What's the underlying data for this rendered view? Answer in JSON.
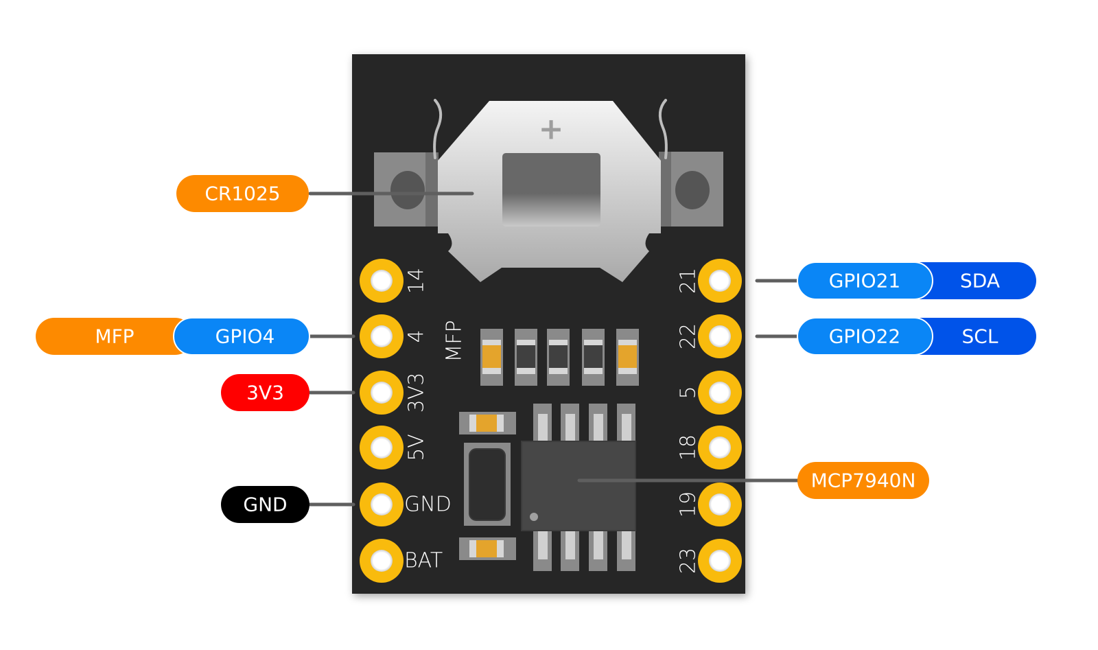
{
  "title": "RTC module pinout (MCP7940N with CR1025 battery holder)",
  "colors": {
    "board": "#252525",
    "pad_ring": "#f9bb0d",
    "pad_hole": "#ffffff",
    "leader_line": "#5f5f5f",
    "orange": "#fd8a00",
    "gpio_blue": "#0a86f6",
    "i2c_blue": "#0053e9",
    "power_red": "#ff0000",
    "ground_black": "#000000",
    "holder_metal": "#d9d9d9",
    "smd_body": "#e4a42c"
  },
  "board": {
    "battery_holder": {
      "polarity_mark": "+",
      "callout": {
        "label": "CR1025",
        "color_key": "orange"
      }
    },
    "chip": {
      "callout": {
        "label": "MCP7940N",
        "color_key": "orange"
      }
    },
    "silkscreen_group_label": "MFP",
    "left_pins": [
      {
        "silk": "14",
        "callouts": []
      },
      {
        "silk": "4",
        "callouts": [
          {
            "label": "MFP",
            "color_key": "orange"
          },
          {
            "label": "GPIO4",
            "color_key": "gpio_blue"
          }
        ]
      },
      {
        "silk": "3V3",
        "callouts": [
          {
            "label": "3V3",
            "color_key": "power_red"
          }
        ]
      },
      {
        "silk": "5V",
        "callouts": []
      },
      {
        "silk": "GND",
        "callouts": [
          {
            "label": "GND",
            "color_key": "ground_black"
          }
        ]
      },
      {
        "silk": "BAT",
        "callouts": []
      }
    ],
    "right_pins": [
      {
        "silk": "21",
        "callouts": [
          {
            "label": "GPIO21",
            "color_key": "gpio_blue"
          },
          {
            "label": "SDA",
            "color_key": "i2c_blue"
          }
        ]
      },
      {
        "silk": "22",
        "callouts": [
          {
            "label": "GPIO22",
            "color_key": "gpio_blue"
          },
          {
            "label": "SCL",
            "color_key": "i2c_blue"
          }
        ]
      },
      {
        "silk": "5",
        "callouts": []
      },
      {
        "silk": "18",
        "callouts": []
      },
      {
        "silk": "19",
        "callouts": []
      },
      {
        "silk": "23",
        "callouts": []
      }
    ]
  }
}
